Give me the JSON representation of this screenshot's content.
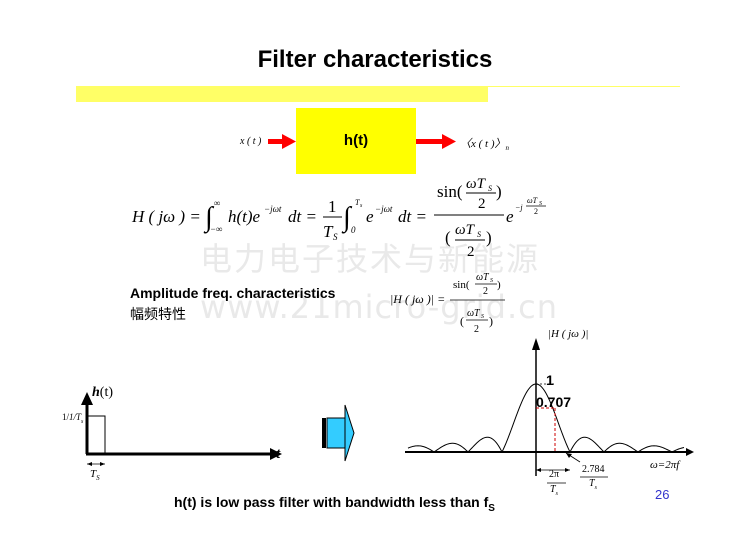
{
  "slide": {
    "title": "Filter characteristics",
    "page_number": "26"
  },
  "block_diagram": {
    "box_label": "h(t)",
    "input_label": "x ( t )",
    "output_label": "〈x ( t )〉",
    "output_subscript": "n"
  },
  "amplitude": {
    "label": "Amplitude freq. characteristics",
    "label_cn": "幅频特性"
  },
  "watermark": {
    "cn": "电力电子技术与新能源",
    "url": "www.21micro-grid.cn"
  },
  "graph_left": {
    "ylabel_italic": "h",
    "ylabel_rest": "(t)",
    "xlabel": "t",
    "height_label": "1/T",
    "height_sub": "s",
    "width_label": "T",
    "width_sub": "S"
  },
  "graph_right": {
    "ylabel": "|H ( jω )|",
    "peak_label": "1",
    "half_label": "0.707",
    "x_label": "ω=2πf",
    "zero_num": "2π",
    "zero_den": "T",
    "zero_den_sub": "s",
    "bw_num": "2.784",
    "bw_den": "T",
    "bw_den_sub": "s"
  },
  "caption": {
    "text": "h(t) is low pass filter with bandwidth less than f",
    "sub": "S"
  },
  "colors": {
    "title_bar": "#ffff66",
    "box": "#ffff00",
    "arrow": "#ff0000",
    "dashed": "#cc0000",
    "big_arrow": "#33ccff",
    "page_number": "#3333cc"
  }
}
